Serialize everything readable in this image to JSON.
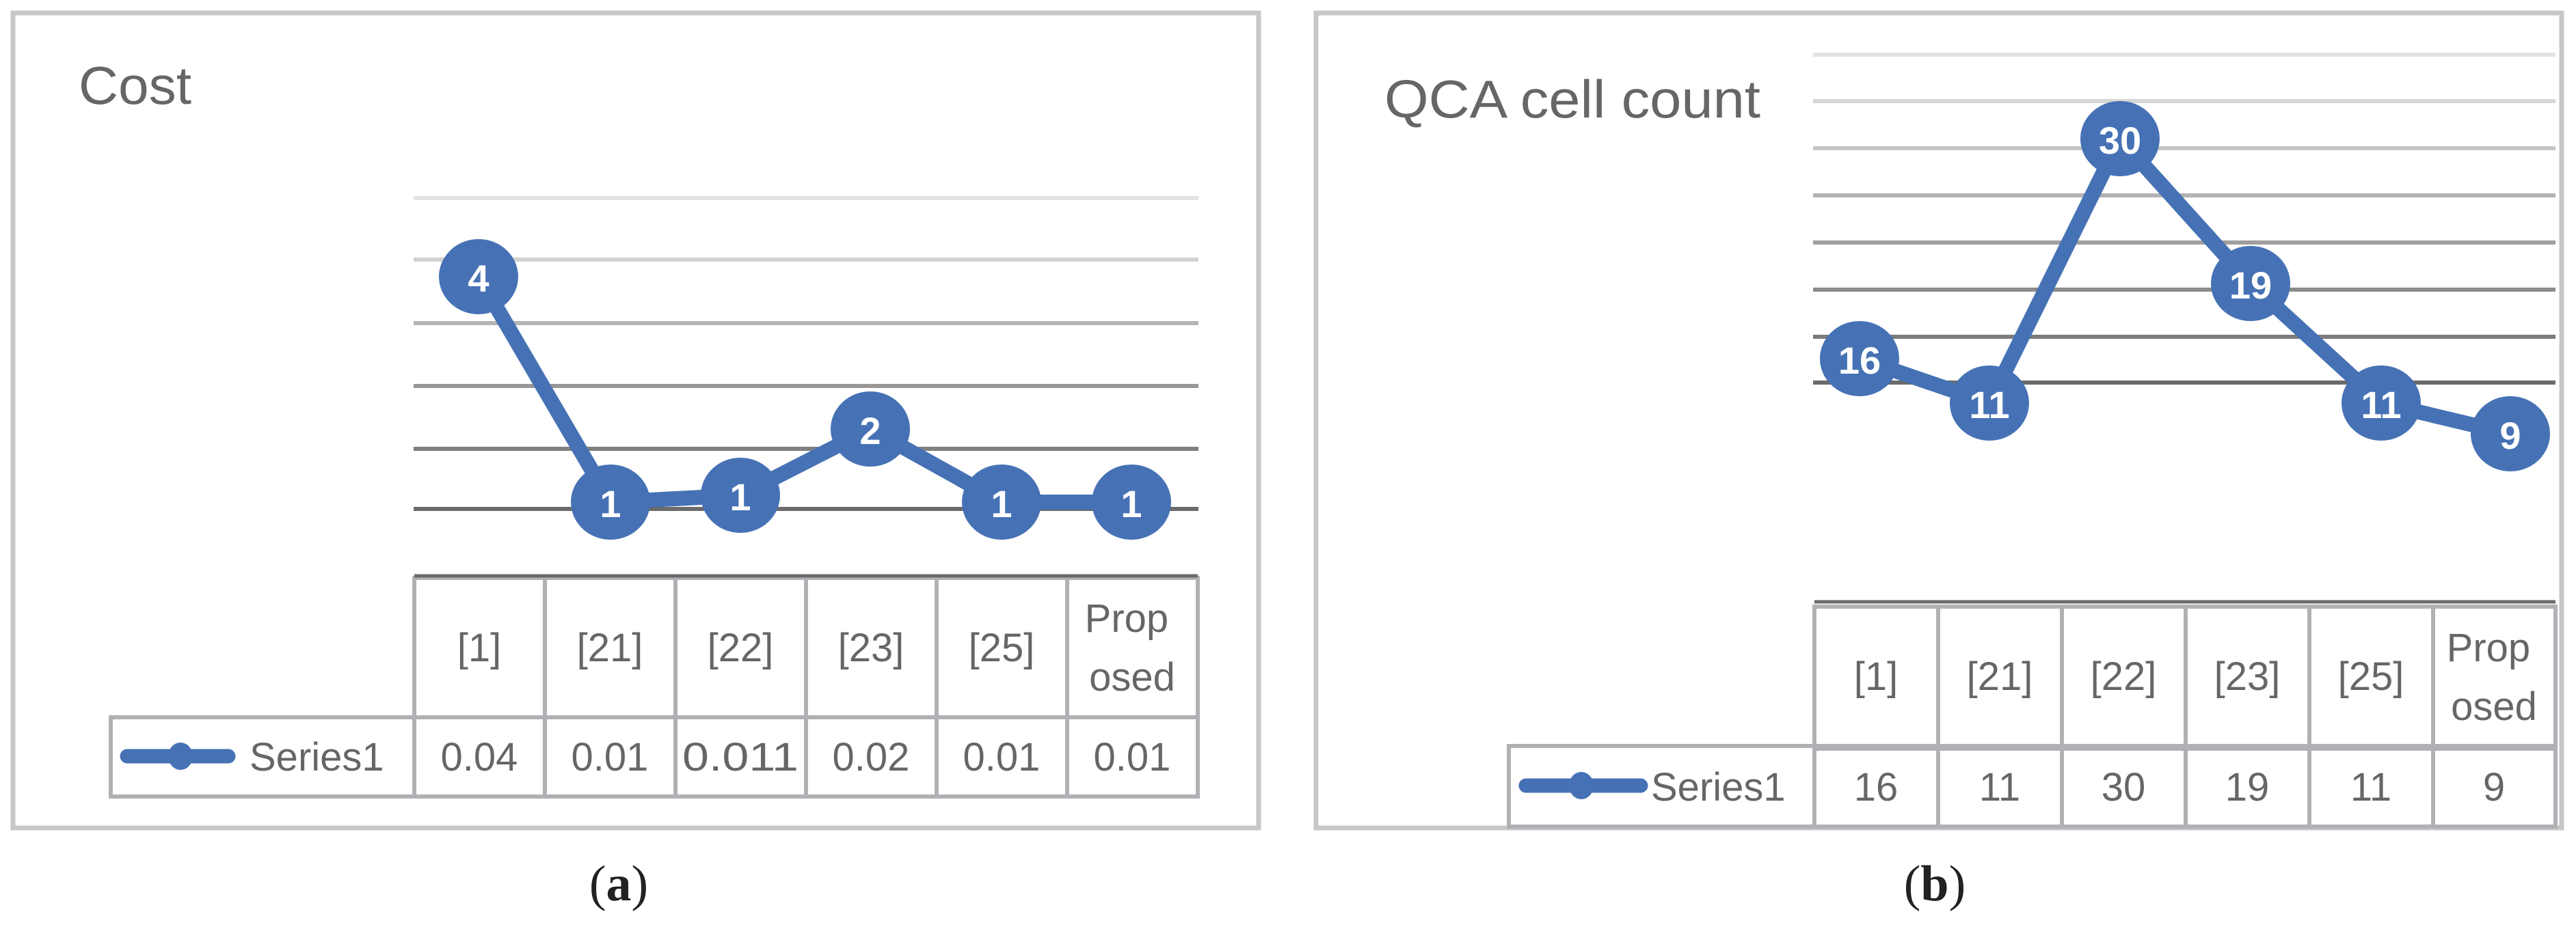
{
  "figure": {
    "panels": [
      {
        "id": "a",
        "title": "Cost",
        "caption_open": "(",
        "caption_letter": "a",
        "caption_close": ")",
        "legend_label": "Series1",
        "categories": [
          "[1]",
          "[21]",
          "[22]",
          "[23]",
          "[25]",
          "Prop|osed"
        ],
        "table_values": [
          "0.04",
          "0.01",
          "0.011",
          "0.02",
          "0.01",
          "0.01"
        ],
        "marker_labels": [
          "4",
          "1",
          "1",
          "2",
          "1",
          "1"
        ]
      },
      {
        "id": "b",
        "title": "QCA cell count",
        "caption_open": "(",
        "caption_letter": "b",
        "caption_close": ")",
        "legend_label": "Series1",
        "categories": [
          "[1]",
          "[21]",
          "[22]",
          "[23]",
          "[25]",
          "Prop|osed"
        ],
        "table_values": [
          "16",
          "11",
          "30",
          "19",
          "11",
          "9"
        ],
        "marker_labels": [
          "16",
          "11",
          "30",
          "19",
          "11",
          "9"
        ]
      }
    ],
    "colors": {
      "series": "#4672B5",
      "border": "#C6C7C9",
      "table_grid": "#B0B1B4",
      "axis_line": "#6B6B6B",
      "text": "#666666",
      "caption": "#222222"
    }
  },
  "chart_data": [
    {
      "type": "line",
      "title": "Cost",
      "categories": [
        "[1]",
        "[21]",
        "[22]",
        "[23]",
        "[25]",
        "Proposed"
      ],
      "series": [
        {
          "name": "Series1",
          "values": [
            0.04,
            0.01,
            0.011,
            0.02,
            0.01,
            0.01
          ]
        }
      ],
      "data_labels": [
        "4",
        "1",
        "1",
        "2",
        "1",
        "1"
      ],
      "xlabel": "",
      "ylabel": "",
      "ylim": [
        0,
        0.05
      ],
      "grid": true,
      "legend_position": "data-table",
      "data_table": true
    },
    {
      "type": "line",
      "title": "QCA cell count",
      "categories": [
        "[1]",
        "[21]",
        "[22]",
        "[23]",
        "[25]",
        "Proposed"
      ],
      "series": [
        {
          "name": "Series1",
          "values": [
            16,
            11,
            30,
            19,
            11,
            9
          ]
        }
      ],
      "data_labels": [
        "16",
        "11",
        "30",
        "19",
        "11",
        "9"
      ],
      "xlabel": "",
      "ylabel": "",
      "ylim": [
        0,
        35
      ],
      "grid": true,
      "legend_position": "data-table",
      "data_table": true
    }
  ]
}
